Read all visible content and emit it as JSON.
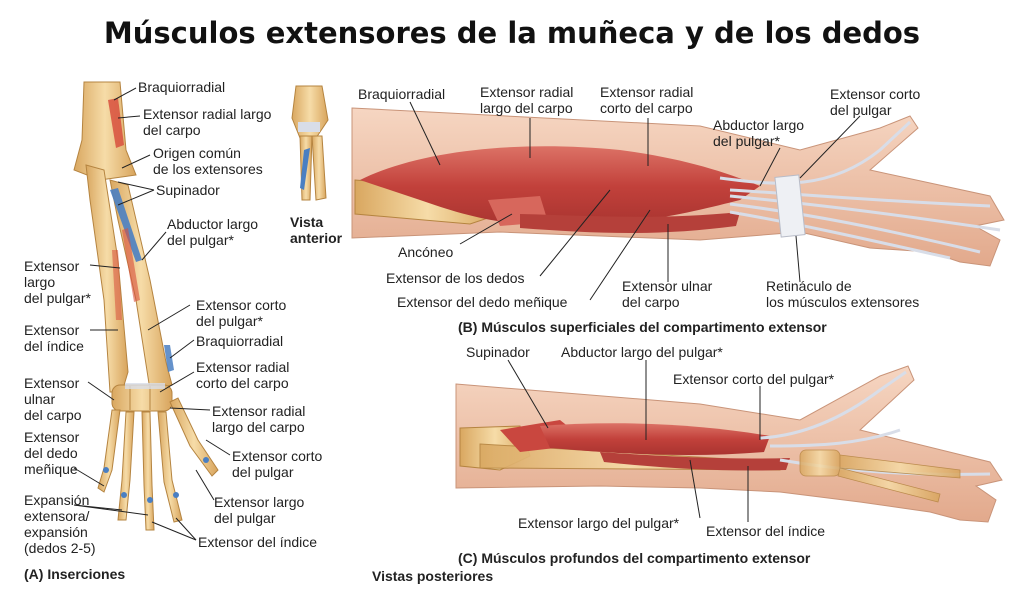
{
  "title": "Músculos extensores de la muñeca y de los dedos",
  "panel_a": {
    "caption": "(A) Inserciones",
    "inset_label": "Vista\nanterior",
    "labels": {
      "braquiorradial_top": "Braquiorradial",
      "ext_radial_largo": "Extensor radial largo\ndel carpo",
      "origen_comun": "Origen común\nde los extensores",
      "supinador": "Supinador",
      "abductor_largo": "Abductor largo\ndel pulgar*",
      "ext_largo_pulgar_left": "Extensor\nlargo\ndel pulgar*",
      "ext_indice_left": "Extensor\ndel índice",
      "ext_corto_pulgar_mid": "Extensor corto\ndel pulgar*",
      "braquiorradial_mid": "Braquiorradial",
      "ext_radial_corto_mid": "Extensor radial\ncorto del carpo",
      "ext_ulnar_left": "Extensor\nulnar\ndel carpo",
      "ext_dedo_menique_left": "Extensor\ndel dedo\nmeñique",
      "ext_radial_largo_low": "Extensor radial\nlargo del carpo",
      "ext_corto_pulgar_low": "Extensor corto\ndel pulgar",
      "expansion": "Expansión\nextensora/\nexpansión\n(dedos 2-5)",
      "ext_largo_pulgar_low": "Extensor largo\ndel pulgar",
      "ext_indice_low": "Extensor del índice"
    }
  },
  "panel_b": {
    "caption": "(B) Músculos superficiales del compartimento extensor",
    "labels": {
      "braquiorradial": "Braquiorradial",
      "ext_radial_largo": "Extensor radial\nlargo del carpo",
      "ext_radial_corto": "Extensor radial\ncorto del carpo",
      "abductor_largo": "Abductor largo\ndel pulgar*",
      "ext_corto_pulgar": "Extensor corto\ndel pulgar",
      "anconeo": "Ancóneo",
      "ext_dedos": "Extensor de los dedos",
      "ext_dedo_menique": "Extensor del dedo meñique",
      "ext_ulnar": "Extensor ulnar\ndel carpo",
      "retinaculo": "Retináculo de\nlos músculos extensores"
    }
  },
  "panel_c": {
    "caption": "(C) Músculos profundos del compartimento extensor",
    "subcaption": "Vistas posteriores",
    "labels": {
      "supinador": "Supinador",
      "abductor_largo": "Abductor largo del pulgar*",
      "ext_corto_pulgar": "Extensor corto del pulgar*",
      "ext_largo_pulgar": "Extensor largo del pulgar*",
      "ext_indice": "Extensor del índice"
    }
  },
  "colors": {
    "muscle": "#c94a44",
    "muscle_light": "#e0877a",
    "bone": "#ecc98a",
    "tendon": "#d8dde8",
    "skin": "#efc2a6",
    "origin_blue": "#4a7fc2",
    "origin_red": "#d8503e"
  }
}
